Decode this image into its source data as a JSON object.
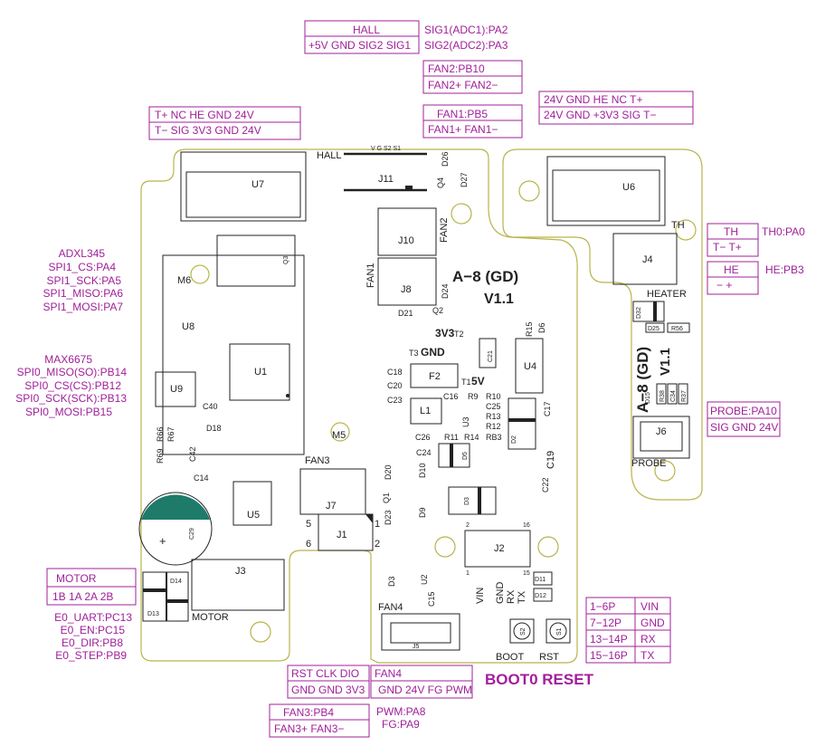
{
  "connector_labels": {
    "hall": {
      "title": "HALL",
      "pins": "+5V GND SIG2 SIG1",
      "note1": "SIG1(ADC1):PA2",
      "note2": "SIG2(ADC2):PA3"
    },
    "fan2": {
      "title": "FAN2:PB10",
      "pins": "FAN2+   FAN2−"
    },
    "fan1": {
      "title": "FAN1:PB5",
      "pins": "FAN1+   FAN1−"
    },
    "u7": {
      "row1": "T+   NC   HE  GND  24V",
      "row2": "T−   SIG  3V3  GND  24V"
    },
    "u6": {
      "row1": "24V  GND   HE    NC   T+",
      "row2": "24V  GND  +3V3   SIG   T−"
    },
    "th": {
      "title": "TH",
      "pins": "T−  T+",
      "note": "TH0:PA0"
    },
    "he": {
      "title": "HE",
      "pins": "−     +",
      "note": "HE:PB3"
    },
    "probe": {
      "title": "PROBE:PA10",
      "pins": "SIG GND 24V"
    },
    "motor": {
      "title": "MOTOR",
      "pins": "1B  1A  2A  2B",
      "notes": [
        "E0_UART:PC13",
        "E0_EN:PC15",
        "E0_DIR:PB8",
        "E0_STEP:PB9"
      ]
    },
    "swd": {
      "row1": "RST  CLK  DIO",
      "row2": "GND GND  3V3"
    },
    "fan4": {
      "title": "FAN4",
      "pins": "GND 24V FG PWM",
      "notes": [
        "PWM:PA8",
        "FG:PA9"
      ]
    },
    "fan3": {
      "title": "FAN3:PB4",
      "pins": "FAN3+   FAN3−"
    },
    "j2": {
      "rows": [
        [
          "1−6P",
          "VIN"
        ],
        [
          "7−12P",
          "GND"
        ],
        [
          "13−14P",
          "RX"
        ],
        [
          "15−16P",
          "TX"
        ]
      ]
    },
    "adxl": {
      "lines": [
        "ADXL345",
        "SPI1_CS:PA4",
        "SPI1_SCK:PA5",
        "SPI1_MISO:PA6",
        "SPI1_MOSI:PA7"
      ]
    },
    "max6675": {
      "lines": [
        "MAX6675",
        "SPI0_MISO(SO):PB14",
        "SPI0_CS(CS):PB12",
        "SPI0_SCK(SCK):PB13",
        "SPI0_MOSI:PB15"
      ]
    },
    "buttons": "BOOT0 RESET"
  },
  "board_text": {
    "title": "A−8 (GD)",
    "version": "V1.1",
    "hall": "HALL",
    "hall_pins": "V G S2 S1",
    "heater": "HEATER",
    "probe": "PROBE",
    "motor": "MOTOR",
    "boot": "BOOT",
    "rst": "RST",
    "rail_3v3": "3V3",
    "rail_gnd": "GND",
    "rail_5v": "5V",
    "th": "TH",
    "fan1": "FAN1",
    "fan2": "FAN2",
    "fan3": "FAN3",
    "fan4": "FAN4",
    "vin": "VIN",
    "gnd": "GND",
    "rx": "RX",
    "tx": "TX",
    "refs": {
      "U7": "U7",
      "U6": "U6",
      "J11": "J11",
      "J10": "J10",
      "J8": "J8",
      "J4": "J4",
      "J6": "J6",
      "M6": "M6",
      "U8": "U8",
      "U1": "U1",
      "U9": "U9",
      "M5": "M5",
      "F2": "F2",
      "L1": "L1",
      "U4": "U4",
      "U5": "U5",
      "J7": "J7",
      "J1": "J1",
      "J3": "J3",
      "J5": "J5",
      "J2": "J2",
      "C29": "C29",
      "C40": "C40",
      "C18": "C18",
      "C20": "C20",
      "C23": "C23",
      "C21": "C21",
      "C17": "C17",
      "C19": "C19",
      "C22": "C22",
      "C24": "C24",
      "C26": "C26",
      "C25": "C25",
      "C16": "C16",
      "R9": "R9",
      "R10": "R10",
      "R13": "R13",
      "R12": "R12",
      "R11": "R11",
      "R14": "R14",
      "RB3": "RB3",
      "D5": "D5",
      "D3": "D3",
      "D13": "D13",
      "D14": "D14",
      "Q3": "Q3",
      "Q1": "Q1",
      "Q2": "Q2",
      "Q4": "Q4",
      "D21": "D21",
      "D20": "D20",
      "D23": "D23",
      "D11": "D11",
      "D12": "D12",
      "S1": "S1",
      "S2": "S2",
      "D32": "D32",
      "D25": "D25",
      "R56": "R56",
      "D15": "D15",
      "R38": "R38",
      "R37": "R37",
      "C34": "C34",
      "D6": "D6",
      "R15": "R15",
      "T1": "T1",
      "T2": "T2",
      "T3": "T3",
      "D10": "D10",
      "D9": "D9",
      "D18": "D18",
      "C14": "C14",
      "C42": "C42",
      "R66": "R66",
      "R67": "R67",
      "R69": "R69",
      "D26": "D26",
      "D27": "D27",
      "D24": "D24",
      "D2": "D2",
      "U3": "U3",
      "U2": "U2",
      "D3b": "D3",
      "C15": "C15"
    },
    "pins": {
      "p5": "5",
      "p6": "6",
      "p1": "1",
      "p2": "2",
      "j2_1": "1",
      "j2_2": "2",
      "j2_15": "15",
      "j2_16": "16"
    }
  }
}
